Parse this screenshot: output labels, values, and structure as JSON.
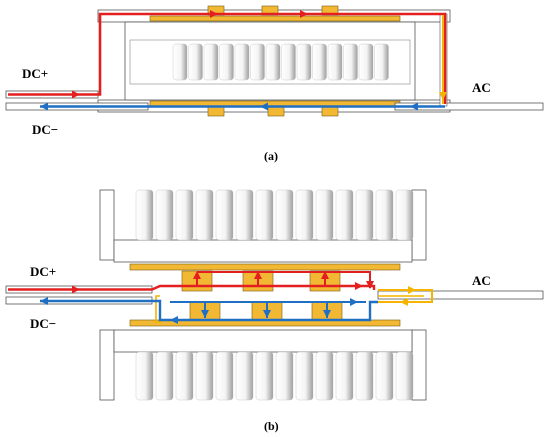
{
  "figure_a": {
    "caption": "(a)",
    "dc_plus": "DC+",
    "dc_minus": "DC−",
    "ac": "AC"
  },
  "figure_b": {
    "caption": "(b)",
    "dc_plus": "DC+",
    "dc_minus": "DC−",
    "ac": "AC"
  },
  "colors": {
    "positive_current": "#e41f1f",
    "negative_current": "#1f6fc4",
    "ac_current": "#f4b400",
    "chip": "#f2b833",
    "substrate": "#c9a24a",
    "outline": "#555555"
  }
}
